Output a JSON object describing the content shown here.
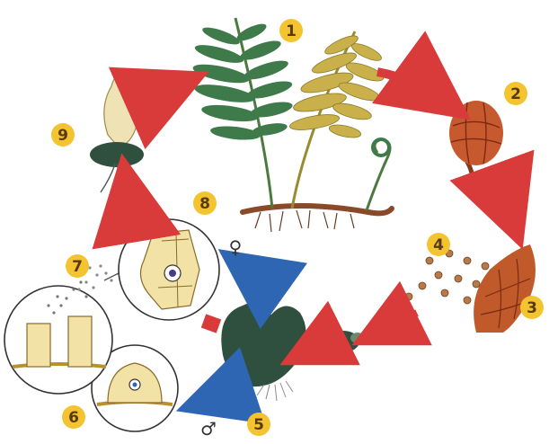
{
  "diagram": {
    "stage_labels": [
      "1",
      "2",
      "3",
      "4",
      "5",
      "6",
      "7",
      "8",
      "9"
    ],
    "female_symbol": "♀",
    "male_symbol": "♂"
  },
  "colors": {
    "badge": "#f4c430",
    "badge_text": "#5a3a10",
    "red_arrow": "#d93a3a",
    "blue_arrow": "#2f66b3",
    "frond_green": "#3f7a4a",
    "frond_yellow": "#c9b04a",
    "spore": "#b87a4a",
    "gametophyte": "#2f4f3f",
    "cell_fill": "#f2e2a6"
  }
}
